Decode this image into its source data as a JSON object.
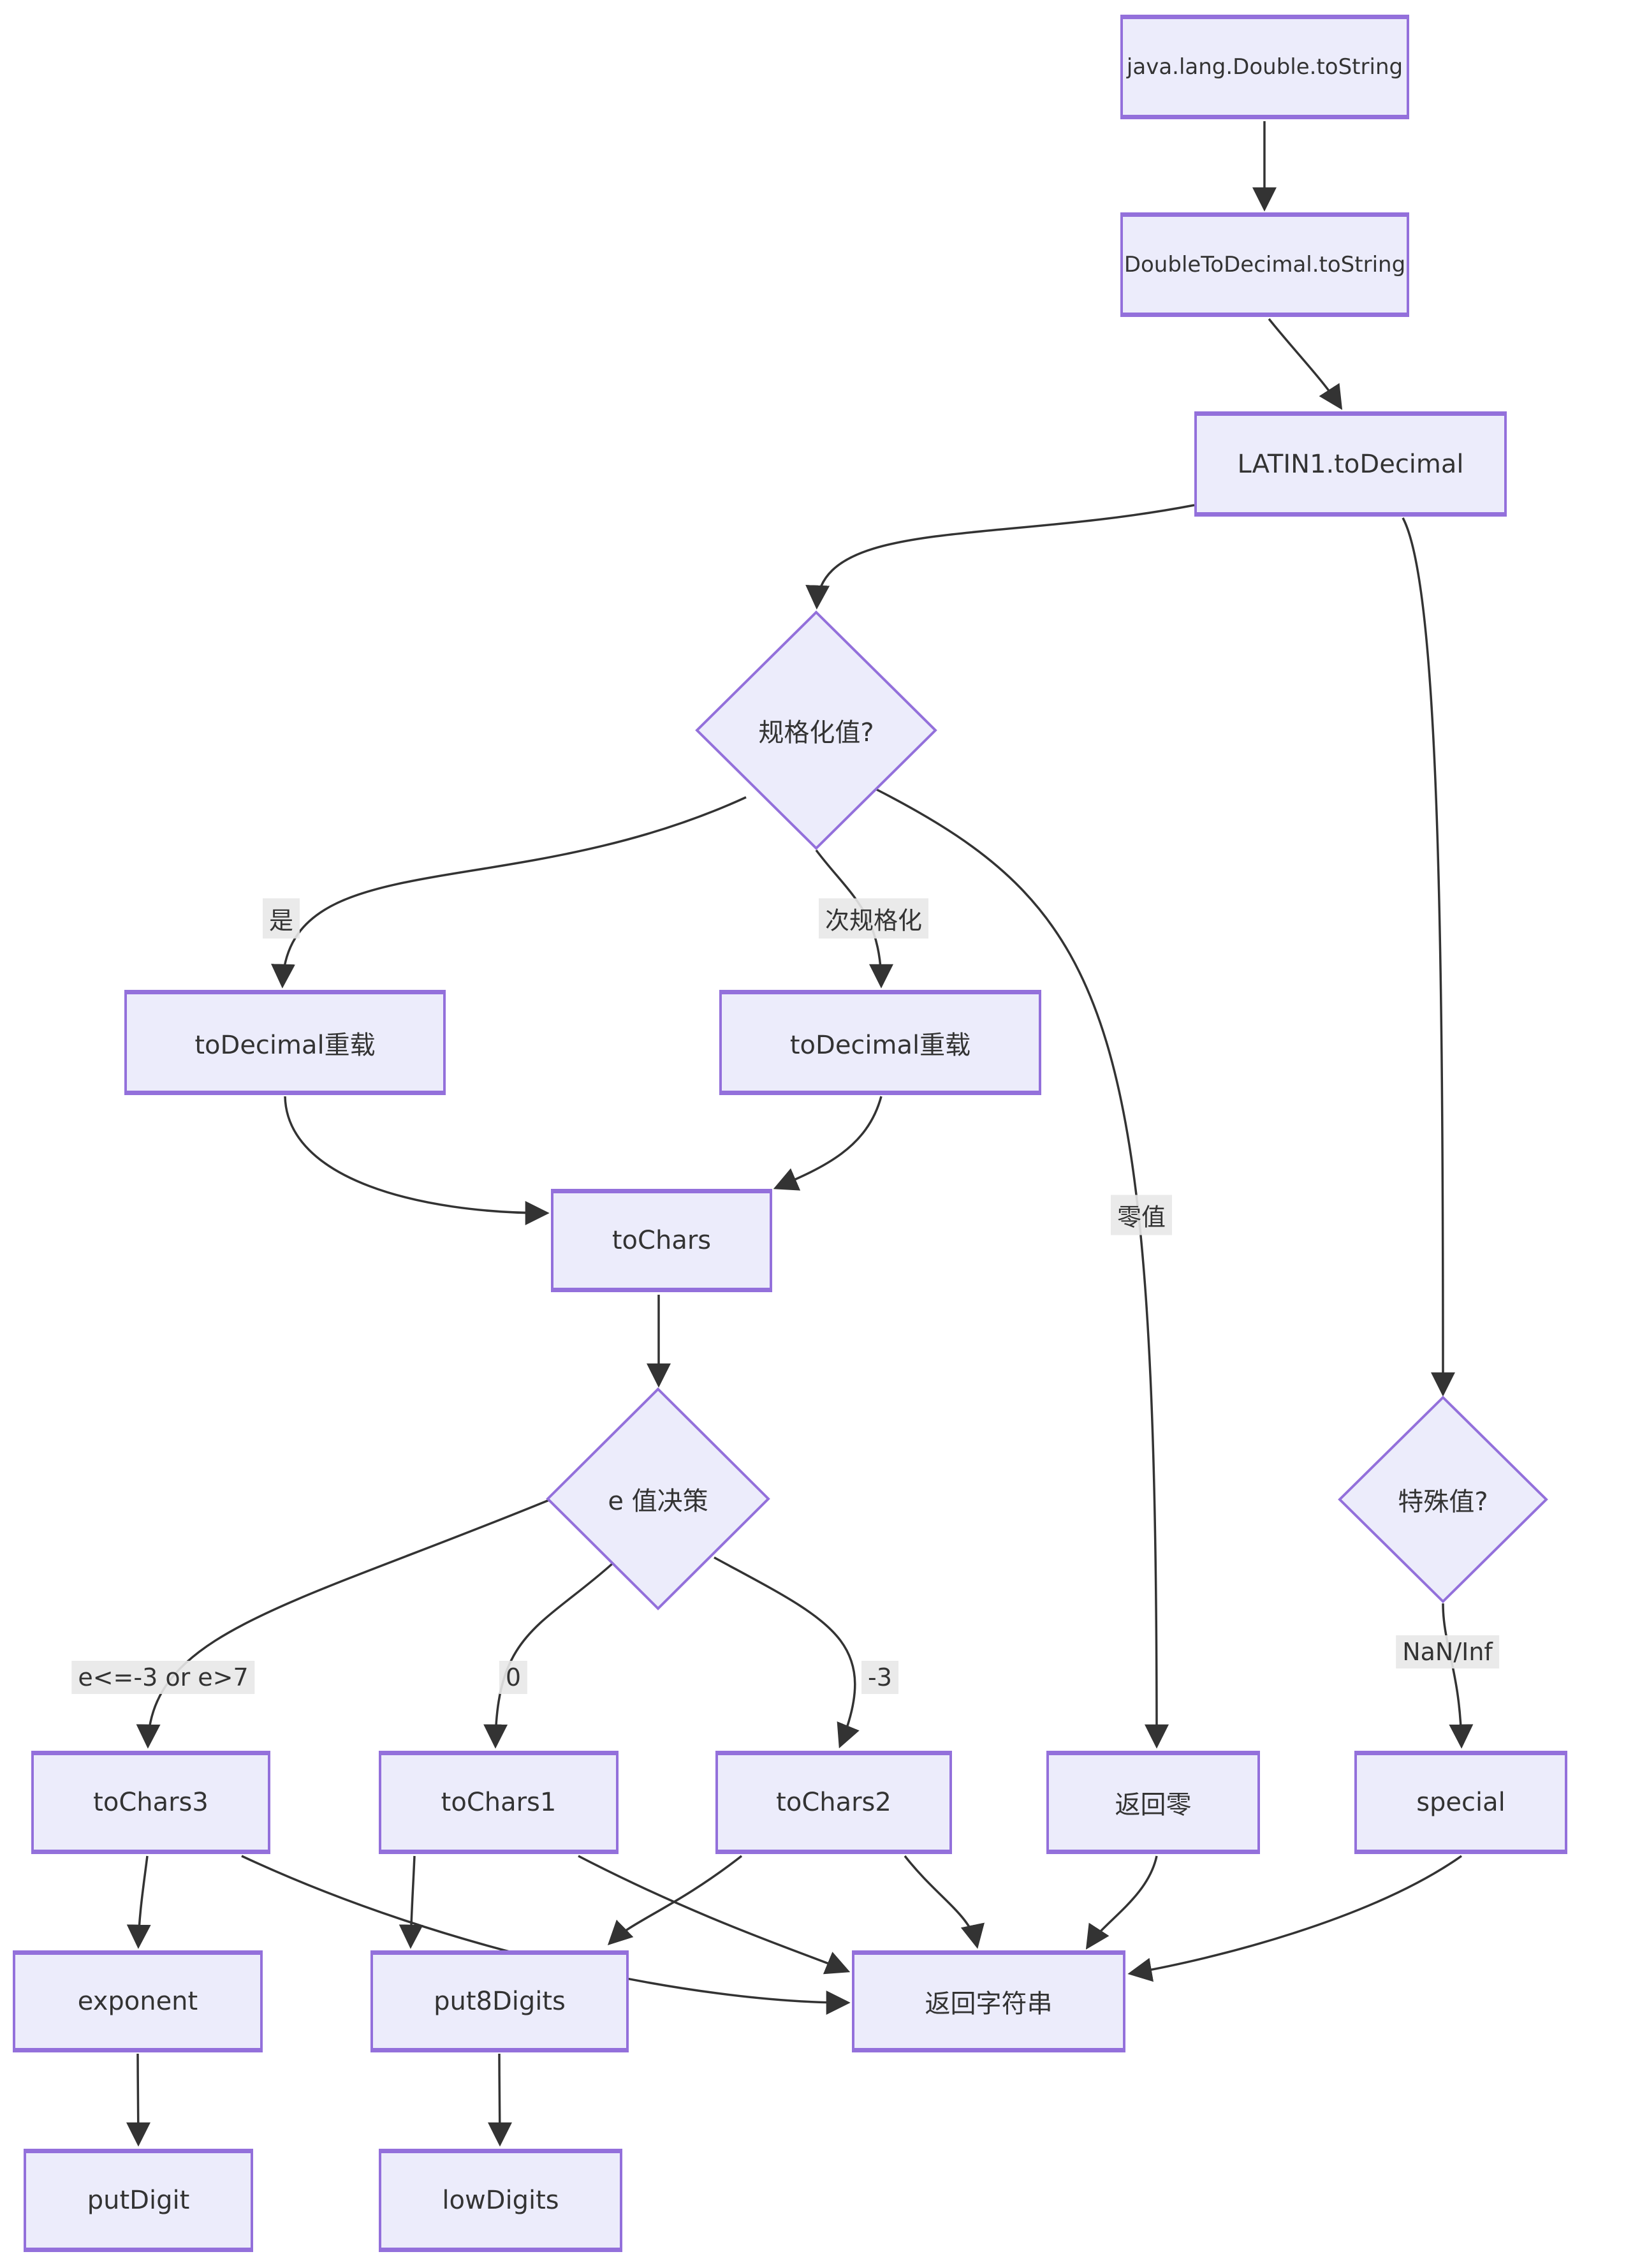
{
  "diagram": {
    "type": "flowchart",
    "colors": {
      "node_fill": "#ECECFB",
      "node_border": "#9370DB",
      "edge_line": "#333333",
      "edge_label_bg": "#e8e8e8",
      "text": "#333333",
      "background": "#ffffff"
    },
    "nodes": {
      "java": {
        "label": "java.lang.Double.toString",
        "shape": "rect"
      },
      "d2d": {
        "label": "DoubleToDecimal.toString",
        "shape": "rect"
      },
      "latin": {
        "label": "LATIN1.toDecimal",
        "shape": "rect"
      },
      "norm": {
        "label": "规格化值?",
        "shape": "diamond"
      },
      "over1": {
        "label": "toDecimal重载",
        "shape": "rect"
      },
      "over2": {
        "label": "toDecimal重载",
        "shape": "rect"
      },
      "tochars": {
        "label": "toChars",
        "shape": "rect"
      },
      "edec": {
        "label": "e 值决策",
        "shape": "diamond"
      },
      "tochars3": {
        "label": "toChars3",
        "shape": "rect"
      },
      "tochars1": {
        "label": "toChars1",
        "shape": "rect"
      },
      "tochars2": {
        "label": "toChars2",
        "shape": "rect"
      },
      "retzero": {
        "label": "返回零",
        "shape": "rect"
      },
      "spec": {
        "label": "特殊值?",
        "shape": "diamond"
      },
      "special": {
        "label": "special",
        "shape": "rect"
      },
      "exponent": {
        "label": "exponent",
        "shape": "rect"
      },
      "put8": {
        "label": "put8Digits",
        "shape": "rect"
      },
      "retstr": {
        "label": "返回字符串",
        "shape": "rect"
      },
      "putdigit": {
        "label": "putDigit",
        "shape": "rect"
      },
      "lowdigits": {
        "label": "lowDigits",
        "shape": "rect"
      }
    },
    "edge_labels": {
      "yes": "是",
      "subnormal": "次规格化",
      "zero": "零值",
      "e_range": "e<=-3 or e>7",
      "e_zero": "0",
      "e_neg3": "-3",
      "naninf": "NaN/Inf"
    },
    "edges": [
      {
        "from": "java",
        "to": "d2d",
        "label": ""
      },
      {
        "from": "d2d",
        "to": "latin",
        "label": ""
      },
      {
        "from": "latin",
        "to": "norm",
        "label": ""
      },
      {
        "from": "latin",
        "to": "spec",
        "label": ""
      },
      {
        "from": "norm",
        "to": "over1",
        "label": "是"
      },
      {
        "from": "norm",
        "to": "over2",
        "label": "次规格化"
      },
      {
        "from": "norm",
        "to": "retzero",
        "label": "零值"
      },
      {
        "from": "over1",
        "to": "tochars",
        "label": ""
      },
      {
        "from": "over2",
        "to": "tochars",
        "label": ""
      },
      {
        "from": "tochars",
        "to": "edec",
        "label": ""
      },
      {
        "from": "edec",
        "to": "tochars3",
        "label": "e<=-3 or e>7"
      },
      {
        "from": "edec",
        "to": "tochars1",
        "label": "0"
      },
      {
        "from": "edec",
        "to": "tochars2",
        "label": "-3"
      },
      {
        "from": "spec",
        "to": "special",
        "label": "NaN/Inf"
      },
      {
        "from": "tochars3",
        "to": "exponent",
        "label": ""
      },
      {
        "from": "tochars3",
        "to": "retstr",
        "label": ""
      },
      {
        "from": "tochars1",
        "to": "put8",
        "label": ""
      },
      {
        "from": "tochars1",
        "to": "retstr",
        "label": ""
      },
      {
        "from": "tochars2",
        "to": "put8",
        "label": ""
      },
      {
        "from": "tochars2",
        "to": "retstr",
        "label": ""
      },
      {
        "from": "retzero",
        "to": "retstr",
        "label": ""
      },
      {
        "from": "special",
        "to": "retstr",
        "label": ""
      },
      {
        "from": "exponent",
        "to": "putdigit",
        "label": ""
      },
      {
        "from": "put8",
        "to": "lowdigits",
        "label": ""
      }
    ]
  }
}
